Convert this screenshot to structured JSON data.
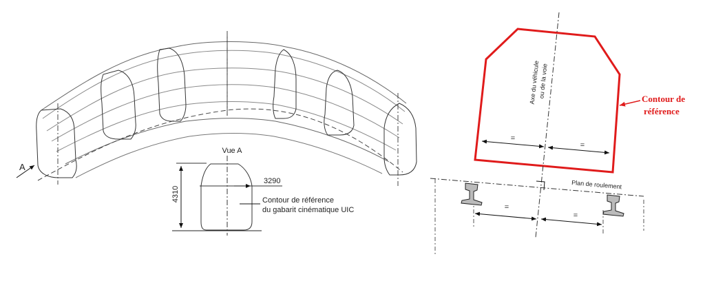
{
  "left_diagram": {
    "arrow_label": "A",
    "view_title": "Vue A",
    "height_dim": "4310",
    "width_dim": "3290",
    "ref_label_line1": "Contour de référence",
    "ref_label_line2": "du gabarit cinématique UIC"
  },
  "right_diagram": {
    "axis_line1": "Axe du véhicule",
    "axis_line2": "ou de la voie",
    "rolling_plane": "Plan de roulement",
    "equal_sign": "=",
    "contour_line1": "Contour de",
    "contour_line2": "référence",
    "contour_color": "#e01b1b"
  }
}
